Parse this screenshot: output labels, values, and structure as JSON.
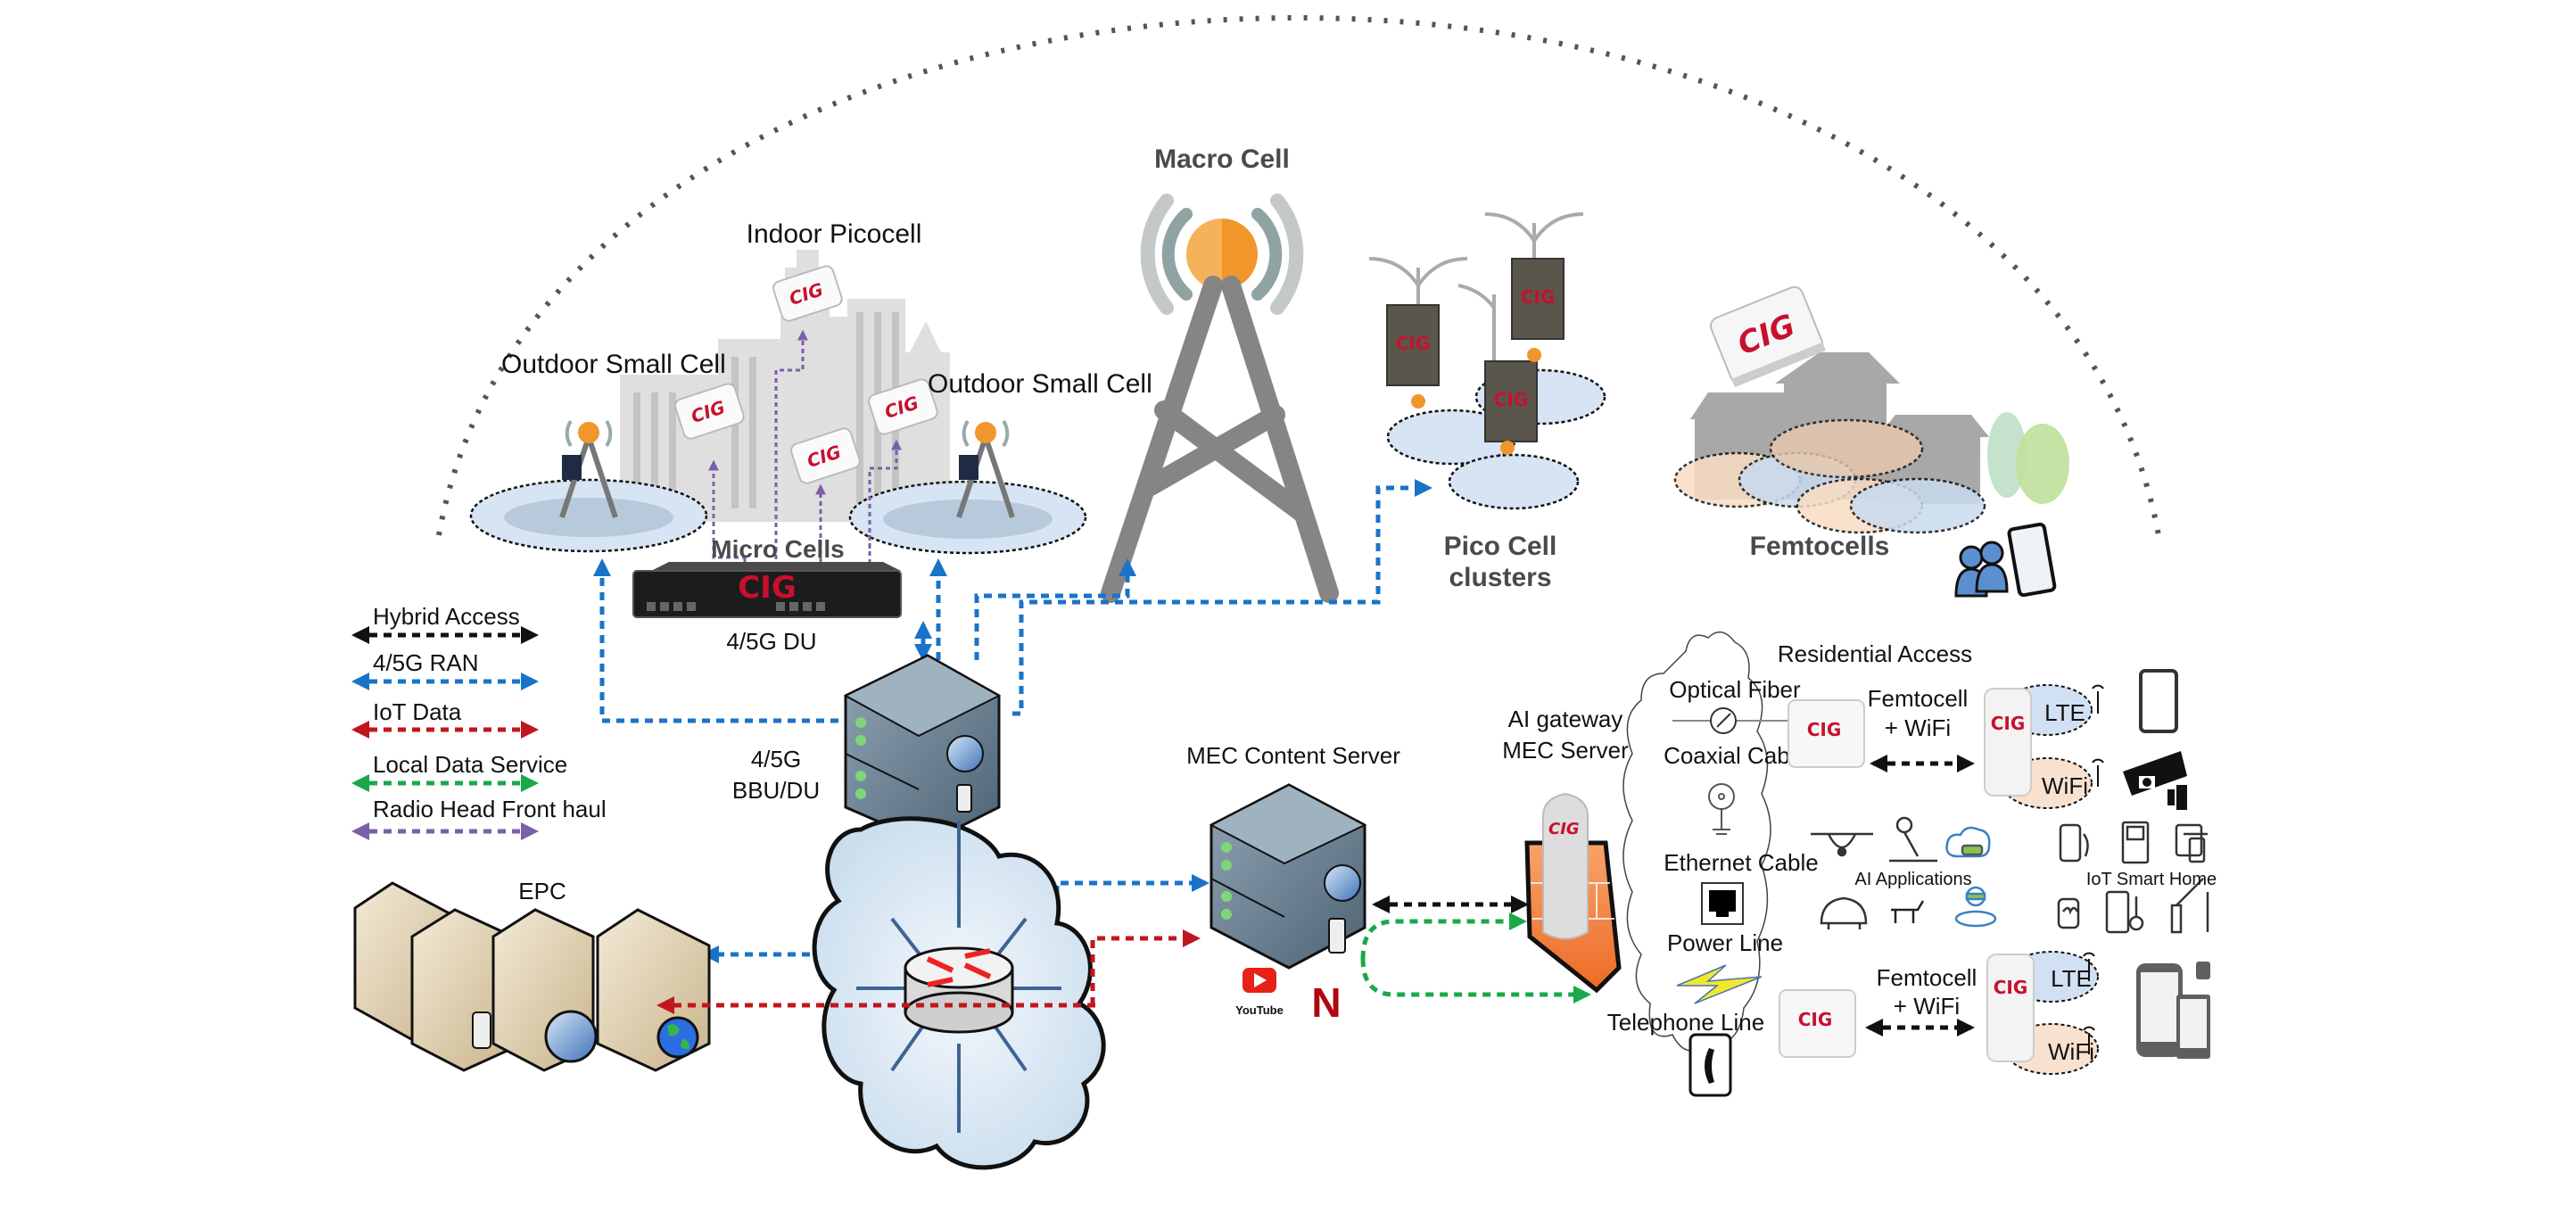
{
  "title": "5G heterogeneous network architecture",
  "brand": {
    "logo_text": "CIG",
    "color": "#c8102e"
  },
  "colors": {
    "hybrid_access": "#111111",
    "ran": "#1a73c8",
    "iot": "#c0171d",
    "local_data": "#1aa84a",
    "fronthaul": "#7c5fa8",
    "coverage_blue": "#c9dbef",
    "coverage_orange": "#f8dcc4",
    "tower_gray": "#8a8a8a",
    "tower_orange": "#f0962a"
  },
  "legend": {
    "items": [
      {
        "key": "hybrid_access",
        "label": "Hybrid Access"
      },
      {
        "key": "ran",
        "label": "4/5G RAN"
      },
      {
        "key": "iot",
        "label": "IoT Data"
      },
      {
        "key": "local_data",
        "label": "Local Data Service"
      },
      {
        "key": "fronthaul",
        "label": "Radio Head Front haul"
      }
    ]
  },
  "top": {
    "indoor_picocell": "Indoor Picocell",
    "outdoor_small_cell_left": "Outdoor Small Cell",
    "outdoor_small_cell_right": "Outdoor Small Cell",
    "micro_cells": "Micro Cells",
    "du_label": "4/5G DU",
    "macro_cell": "Macro Cell",
    "pico_cell_clusters_line1": "Pico Cell",
    "pico_cell_clusters_line2": "clusters",
    "femtocells": "Femtocells"
  },
  "core": {
    "bbu_line1": "4/5G",
    "bbu_line2": "BBU/DU",
    "epc": "EPC",
    "mec_content_server": "MEC Content Server",
    "youtube": "YouTube",
    "netflix": "N",
    "ai_gateway_line1": "AI gateway",
    "ai_gateway_line2": "MEC Server"
  },
  "residential": {
    "title": "Residential Access",
    "media": [
      {
        "label": "Optical Fiber",
        "icon": "optical-fiber-icon"
      },
      {
        "label": "Coaxial Cable",
        "icon": "coaxial-cable-icon"
      },
      {
        "label": "Ethernet Cable",
        "icon": "ethernet-port-icon"
      },
      {
        "label": "Power Line",
        "icon": "lightning-icon"
      },
      {
        "label": "Telephone Line",
        "icon": "telephone-icon"
      }
    ],
    "femto_wifi_top_line1": "Femtocell",
    "femto_wifi_top_line2": "+ WiFi",
    "femto_wifi_bottom_line1": "Femtocell",
    "femto_wifi_bottom_line2": "+ WiFi",
    "lte": "LTE",
    "wifi": "WiFi",
    "ai_applications": "AI Applications",
    "iot_smart_home": "IoT Smart Home",
    "ai_app_icons": [
      "drone-icon",
      "robot-arm-icon",
      "cloud-gaming-icon",
      "smart-car-icon",
      "robot-dog-icon",
      "vr-user-icon"
    ],
    "iot_icons": [
      "voice-assistant-phone-icon",
      "video-doorbell-icon",
      "smart-lock-icon",
      "smartwatch-icon",
      "thermostat-icon",
      "parking-barrier-icon"
    ]
  }
}
